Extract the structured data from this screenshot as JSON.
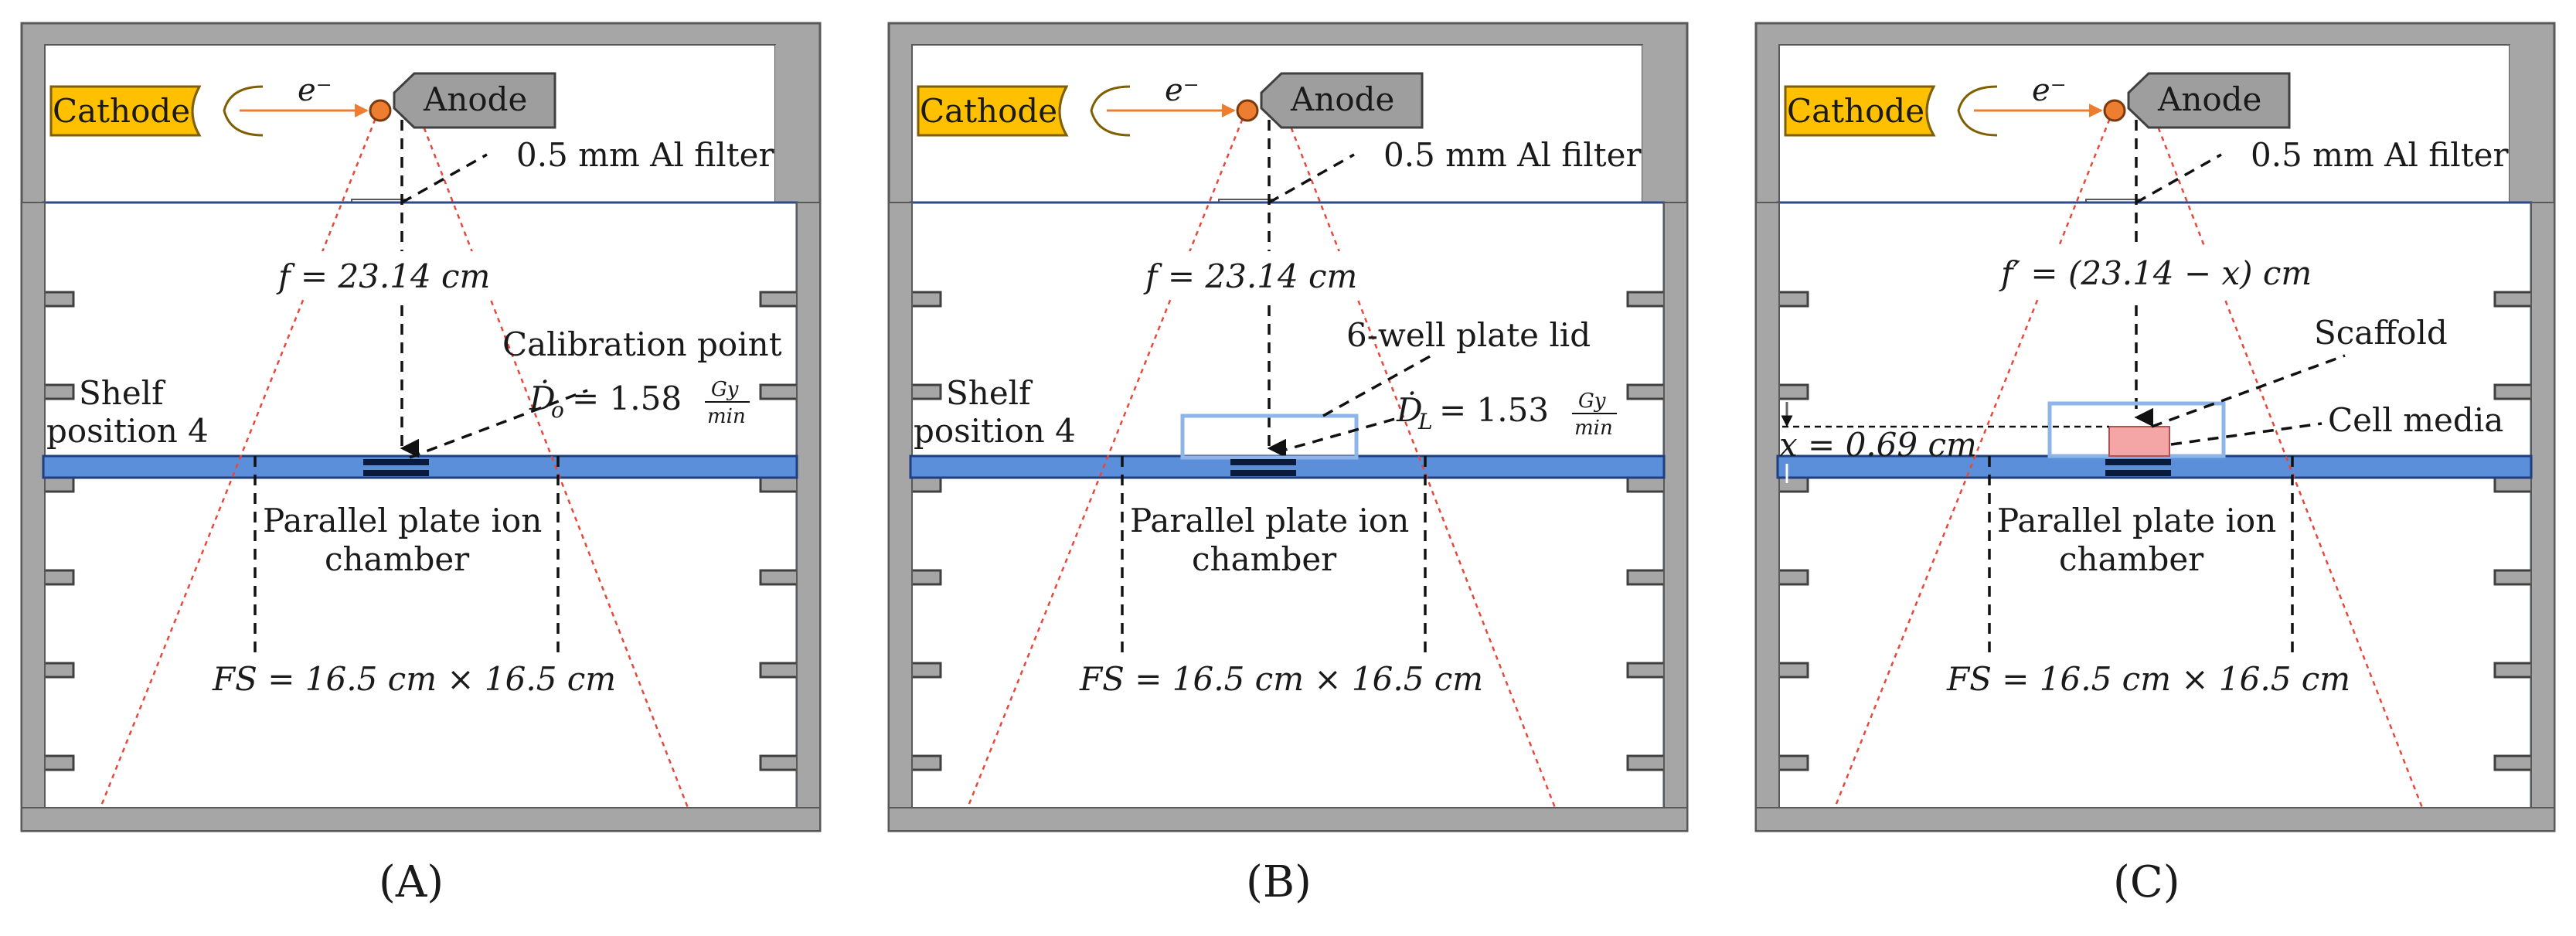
{
  "panels": [
    {
      "id": "A",
      "caption": "(A)",
      "cathode_label": "Cathode",
      "electron_label": "e⁻",
      "anode_label": "Anode",
      "filter_label": "0.5 mm Al filter",
      "focal_distance_label": "f = 23.14 cm",
      "shelf_label_line1": "Shelf",
      "shelf_label_line2": "position 4",
      "point_label": "Calibration point",
      "dose_symbol": "Ḋ",
      "dose_subscript": "o",
      "dose_value": "= 1.58",
      "dose_unit_num": "Gy",
      "dose_unit_den": "min",
      "chamber_label_line1": "Parallel plate ion",
      "chamber_label_line2": "chamber",
      "field_size_label": "FS = 16.5 cm × 16.5 cm"
    },
    {
      "id": "B",
      "caption": "(B)",
      "cathode_label": "Cathode",
      "electron_label": "e⁻",
      "anode_label": "Anode",
      "filter_label": "0.5 mm Al filter",
      "focal_distance_label": "f = 23.14 cm",
      "shelf_label_line1": "Shelf",
      "shelf_label_line2": "position 4",
      "lid_label": "6-well plate lid",
      "dose_symbol": "Ḋ",
      "dose_subscript": "L",
      "dose_value": "= 1.53",
      "dose_unit_num": "Gy",
      "dose_unit_den": "min",
      "chamber_label_line1": "Parallel plate ion",
      "chamber_label_line2": "chamber",
      "field_size_label": "FS = 16.5 cm × 16.5 cm"
    },
    {
      "id": "C",
      "caption": "(C)",
      "cathode_label": "Cathode",
      "electron_label": "e⁻",
      "anode_label": "Anode",
      "filter_label": "0.5 mm Al filter",
      "focal_distance_label": "f′ = (23.14 − x) cm",
      "scaffold_label": "Scaffold",
      "media_label": "Cell media",
      "offset_label": "x = 0.69 cm",
      "chamber_label_line1": "Parallel plate ion",
      "chamber_label_line2": "chamber",
      "field_size_label": "FS = 16.5 cm × 16.5 cm"
    }
  ],
  "colors": {
    "cathode": "#ffc000",
    "anode": "#9e9e9e",
    "shelf": "#5b8fd9",
    "beam": "#e8483c",
    "lid": "#8fb4e8",
    "scaffold": "#f4a6a6",
    "focal_spot": "#ed7d31"
  }
}
